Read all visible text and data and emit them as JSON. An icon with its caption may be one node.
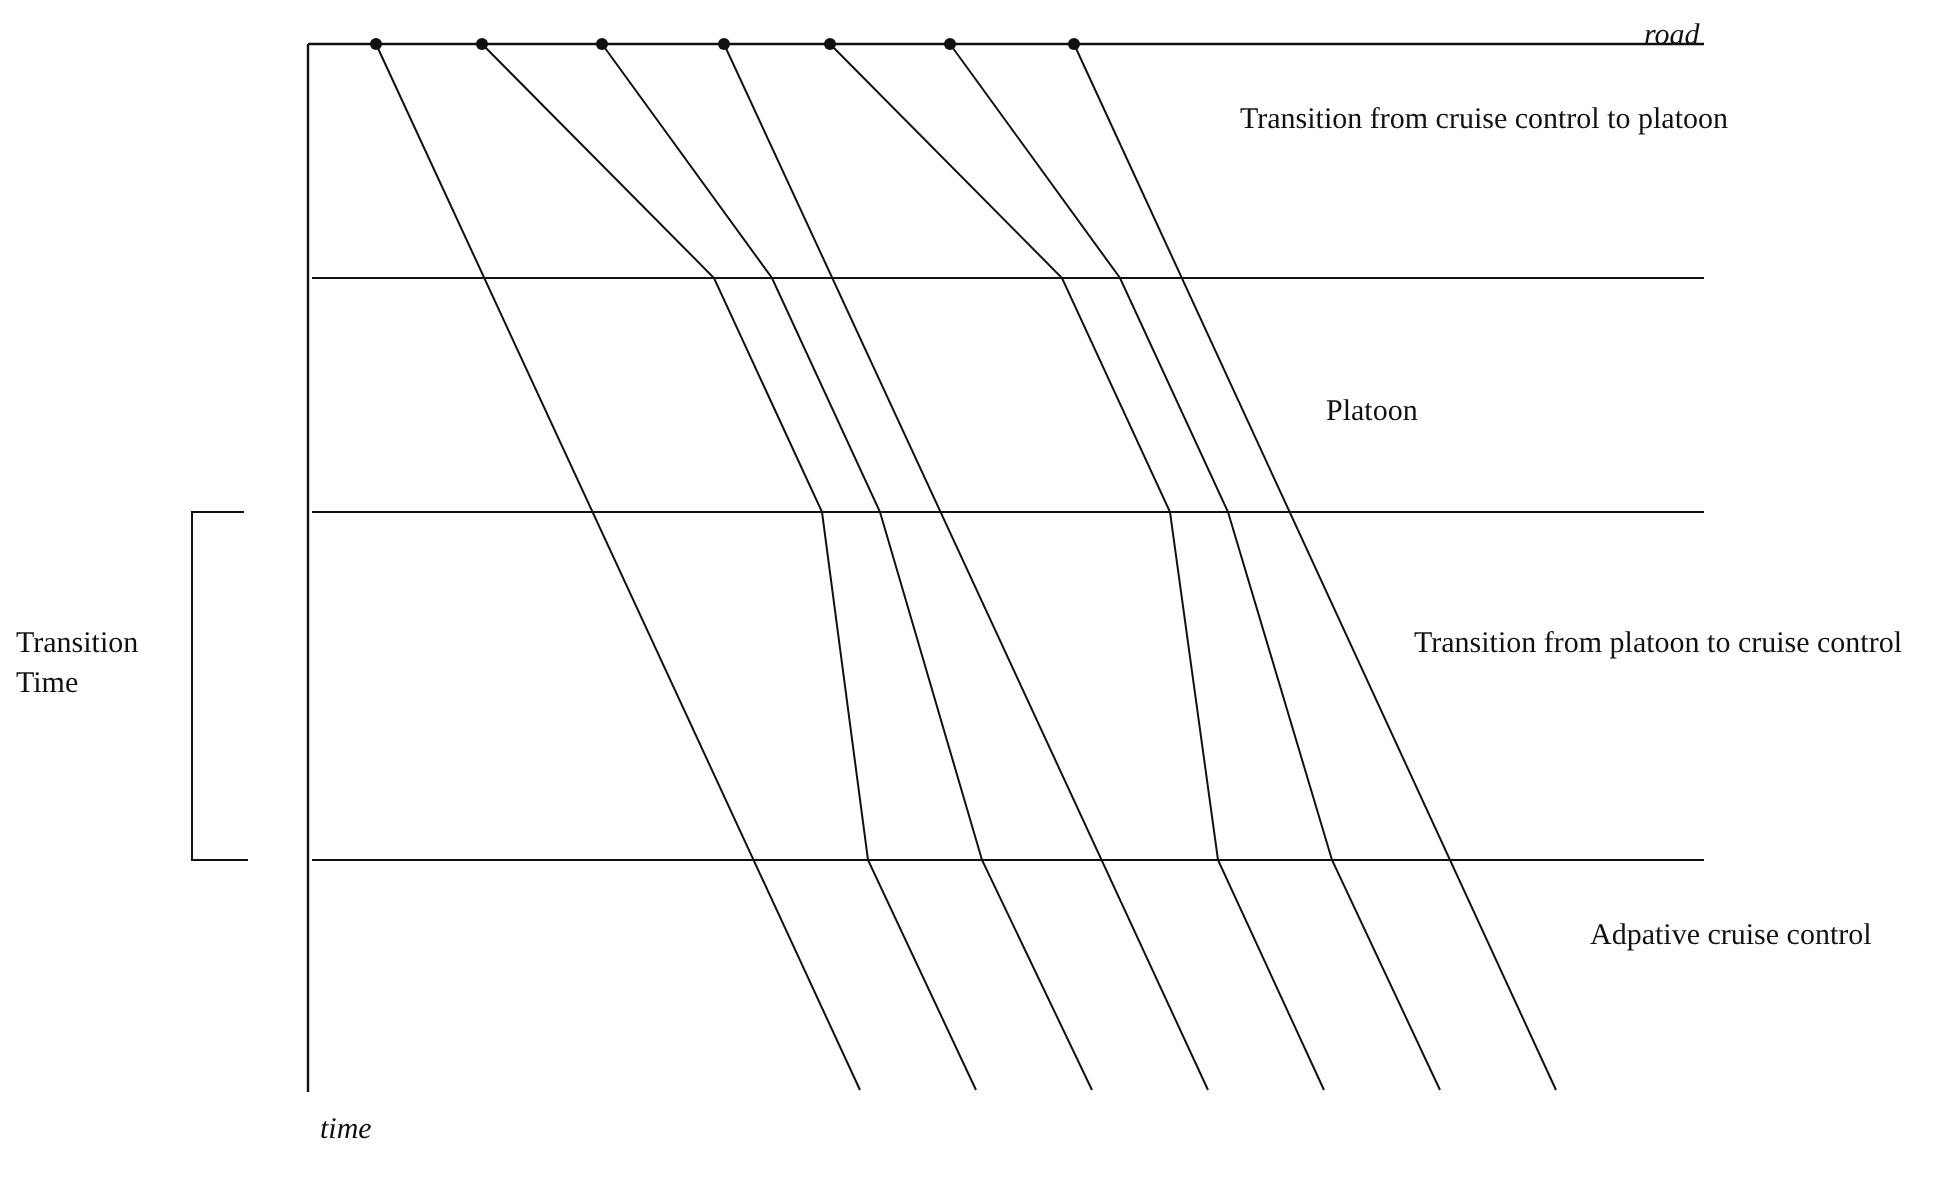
{
  "diagram": {
    "labels": [
      "road",
      "Transition from cruise control to platoon",
      "Platoon",
      "Transition Time",
      "Transition from platoon to cruise control",
      "Adpative cruise control",
      "time"
    ]
  }
}
